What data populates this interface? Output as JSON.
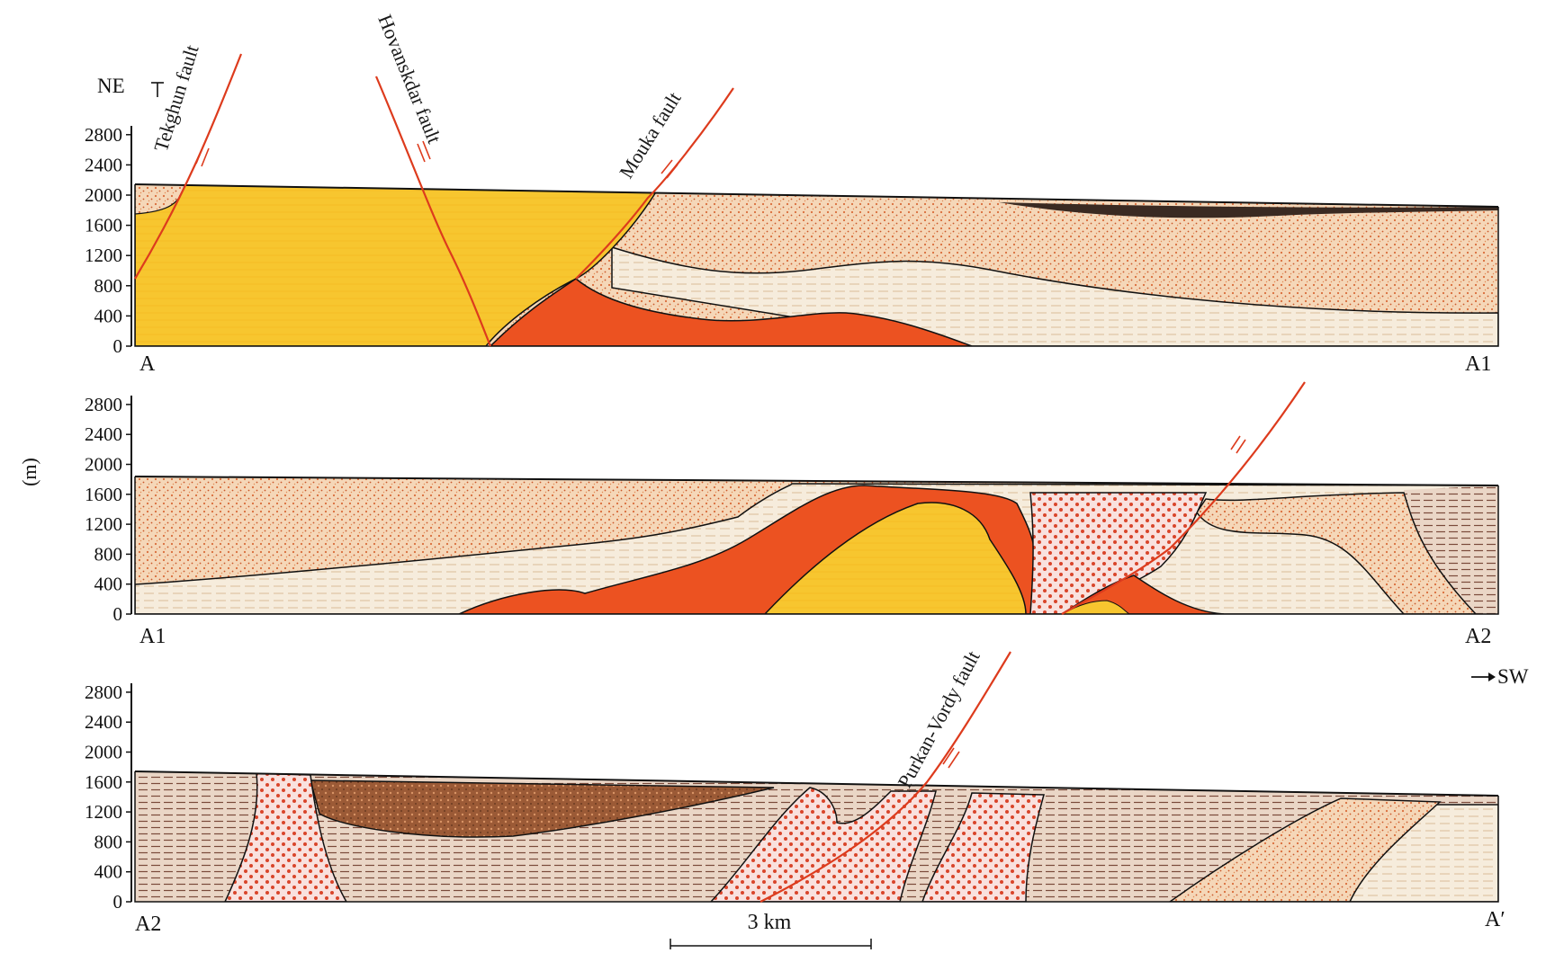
{
  "figure": {
    "direction_left": "NE",
    "direction_right": "SW",
    "y_unit": "(m)",
    "y_ticks": [
      "2800",
      "2400",
      "2000",
      "1600",
      "1200",
      "800",
      "400",
      "0"
    ],
    "scale_bar_label": "3 km"
  },
  "sections": [
    {
      "left_label": "A",
      "right_label": "A1"
    },
    {
      "left_label": "A1",
      "right_label": "A2"
    },
    {
      "left_label": "A2",
      "right_label": "A′"
    }
  ],
  "faults": {
    "f1": "Tekghun fault",
    "f2": "Hovanskdar fault",
    "f3": "Mouka fault",
    "f4": "Purkan-Vordy fault"
  },
  "colors": {
    "yellow": "#f7c62f",
    "red": "#ec5221",
    "stipple_base": "#f5d7b8",
    "stipple_dot": "#d96c3a",
    "lined_base": "#f6ecdc",
    "lined_stroke": "#e0c8a8",
    "dark_lined_base": "#ead6c6",
    "dark_lined_stroke": "#7a4a3a",
    "cross_base": "#f9e1de",
    "cross_dot": "#d9452a",
    "brown": "#9b5a36",
    "fault_line": "#dd3b1d"
  }
}
